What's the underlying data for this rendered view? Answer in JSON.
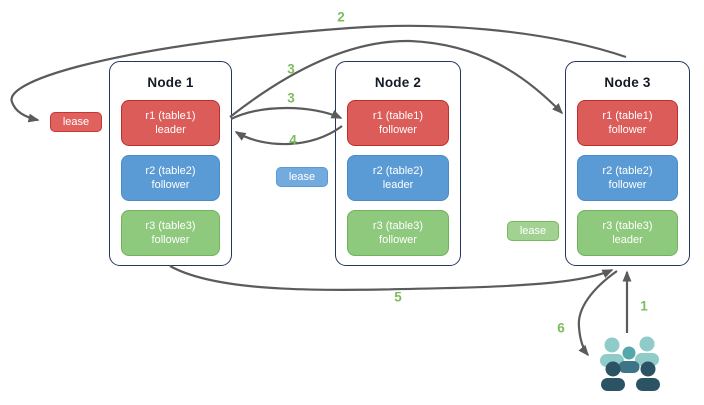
{
  "nodes": [
    {
      "title": "Node 1",
      "replicas": [
        {
          "name": "r1 (table1)",
          "role": "leader",
          "color": "red"
        },
        {
          "name": "r2 (table2)",
          "role": "follower",
          "color": "blue"
        },
        {
          "name": "r3 (table3)",
          "role": "follower",
          "color": "green"
        }
      ]
    },
    {
      "title": "Node 2",
      "replicas": [
        {
          "name": "r1 (table1)",
          "role": "follower",
          "color": "red"
        },
        {
          "name": "r2 (table2)",
          "role": "leader",
          "color": "blue"
        },
        {
          "name": "r3 (table3)",
          "role": "follower",
          "color": "green"
        }
      ]
    },
    {
      "title": "Node 3",
      "replicas": [
        {
          "name": "r1 (table1)",
          "role": "follower",
          "color": "red"
        },
        {
          "name": "r2 (table2)",
          "role": "follower",
          "color": "blue"
        },
        {
          "name": "r3 (table3)",
          "role": "leader",
          "color": "green"
        }
      ]
    }
  ],
  "leases": {
    "red": "lease",
    "blue": "lease",
    "green": "lease"
  },
  "steps": {
    "s1": "1",
    "s2": "2",
    "s3a": "3",
    "s3b": "3",
    "s4": "4",
    "s5": "5",
    "s6": "6"
  },
  "icons": {
    "users": "users-group-icon"
  },
  "colors": {
    "node_border": "#24365b",
    "arrow": "#5b5b5b",
    "step_label": "#7cbd5f",
    "red_fill": "#db5c58",
    "red_border": "#c02e2c",
    "blue_fill": "#5b9bd5",
    "blue_border": "#4a8bc8",
    "green_fill": "#8ec97e",
    "green_border": "#6fb35b",
    "lease_red": "#e0625e",
    "lease_blue": "#74abdf",
    "lease_green": "#a2d291",
    "users_light": "#8fcbc8",
    "users_mid": "#54a7aa",
    "users_dark": "#2b5363"
  }
}
